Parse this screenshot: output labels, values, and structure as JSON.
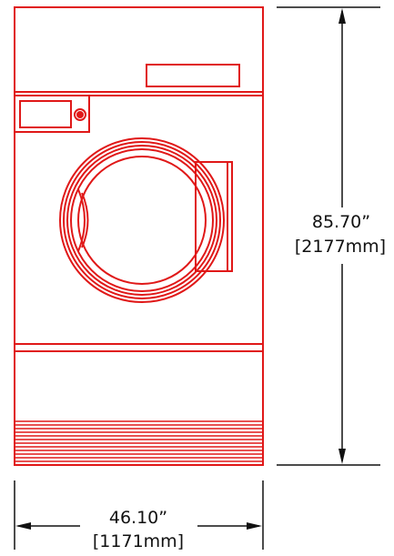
{
  "colors": {
    "machine_outline": "#e01818",
    "dimension_lines": "#111111",
    "background": "#ffffff"
  },
  "dimensions": {
    "height_inches": "85.70”",
    "height_mm": "[2177mm]",
    "width_inches": "46.10”",
    "width_mm": "[1171mm]"
  }
}
